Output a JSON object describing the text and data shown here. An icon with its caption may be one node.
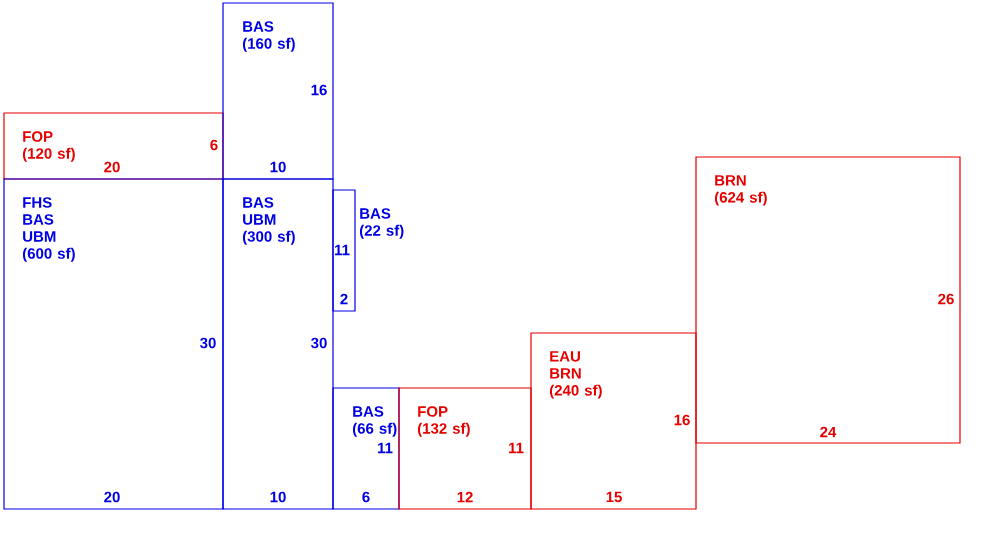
{
  "diagram": {
    "nodes": [
      {
        "text": [
          "FOP (120 sf)",
          "20",
          "6"
        ]
      },
      {
        "text": [
          "BAS (160 sf)",
          "16",
          "10"
        ]
      },
      {
        "text": [
          "FHS BAS UBM (600 sf)",
          "30",
          "20"
        ]
      },
      {
        "text": [
          "BAS UBM (300 sf)",
          "30",
          "10"
        ]
      },
      {
        "text": [
          "BAS (22 sf)",
          "11",
          "2"
        ]
      },
      {
        "text": [
          "BAS (66 sf)",
          "11",
          "6"
        ]
      },
      {
        "text": [
          "FOP (132 sf)",
          "11",
          "12"
        ]
      },
      {
        "text": [
          "EAU BRN (240 sf)",
          "16",
          "15"
        ]
      },
      {
        "text": [
          "BRN (624 sf)",
          "26",
          "24"
        ]
      }
    ]
  }
}
